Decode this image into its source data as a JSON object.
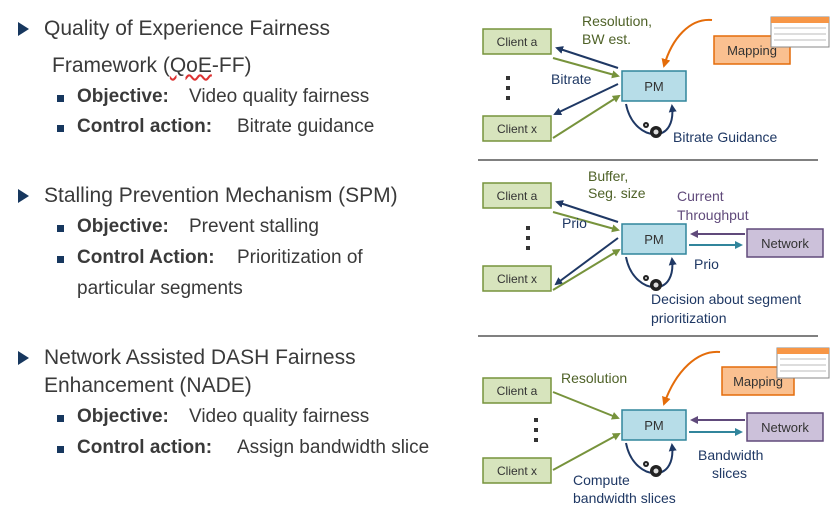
{
  "bullets": [
    {
      "title_line1": "Quality of Experience Fairness",
      "title_line2_prefix": "Framework (",
      "title_line2_abbr": "QoE",
      "title_line2_suffix": "-FF)",
      "objective_label": "Objective:",
      "objective_text": "Video quality fairness",
      "action_label": "Control action:",
      "action_text": "Bitrate guidance"
    },
    {
      "title_line1": "Stalling Prevention Mechanism (SPM)",
      "objective_label": "Objective:",
      "objective_text": "Prevent stalling",
      "action_label": "Control Action:",
      "action_text": "Prioritization of",
      "action_text2": "particular segments"
    },
    {
      "title_line1": "Network Assisted DASH Fairness",
      "title_line2": "Enhancement (NADE)",
      "objective_label": "Objective:",
      "objective_text": "Video quality fairness",
      "action_label": "Control action:",
      "action_text": "Assign bandwidth slice"
    }
  ],
  "diagrams": {
    "d1": {
      "client_a": "Client  a",
      "client_x": "Client  x",
      "pm": "PM",
      "mapping": "Mapping",
      "resolution": "Resolution,",
      "bw_est": "BW est.",
      "bitrate": "Bitrate",
      "bitrate_guidance": "Bitrate Guidance"
    },
    "d2": {
      "client_a": "Client  a",
      "client_x": "Client  x",
      "pm": "PM",
      "network": "Network",
      "buffer": "Buffer,",
      "seg_size": "Seg. size",
      "prio_left": "Prio",
      "current": "Current",
      "throughput": "Throughput",
      "prio_right": "Prio",
      "decision1": "Decision about segment",
      "decision2": "prioritization"
    },
    "d3": {
      "client_a": "Client  a",
      "client_x": "Client  x",
      "pm": "PM",
      "mapping": "Mapping",
      "network": "Network",
      "resolution": "Resolution",
      "bw_slices1": "Bandwidth",
      "bw_slices2": "slices",
      "compute1": "Compute",
      "compute2": "bandwidth slices"
    }
  },
  "colors": {
    "bullet_marker": "#17375e",
    "client_fill": "#d7e4bd",
    "client_stroke": "#77933c",
    "pm_fill": "#b7dde8",
    "pm_stroke": "#31859c",
    "mapping_fill": "#fac090",
    "mapping_stroke": "#e46c0a",
    "network_fill": "#ccc1da",
    "network_stroke": "#604a7b",
    "green_text": "#4f6228",
    "navy_text": "#1f3864",
    "purple_text": "#604a7b"
  }
}
